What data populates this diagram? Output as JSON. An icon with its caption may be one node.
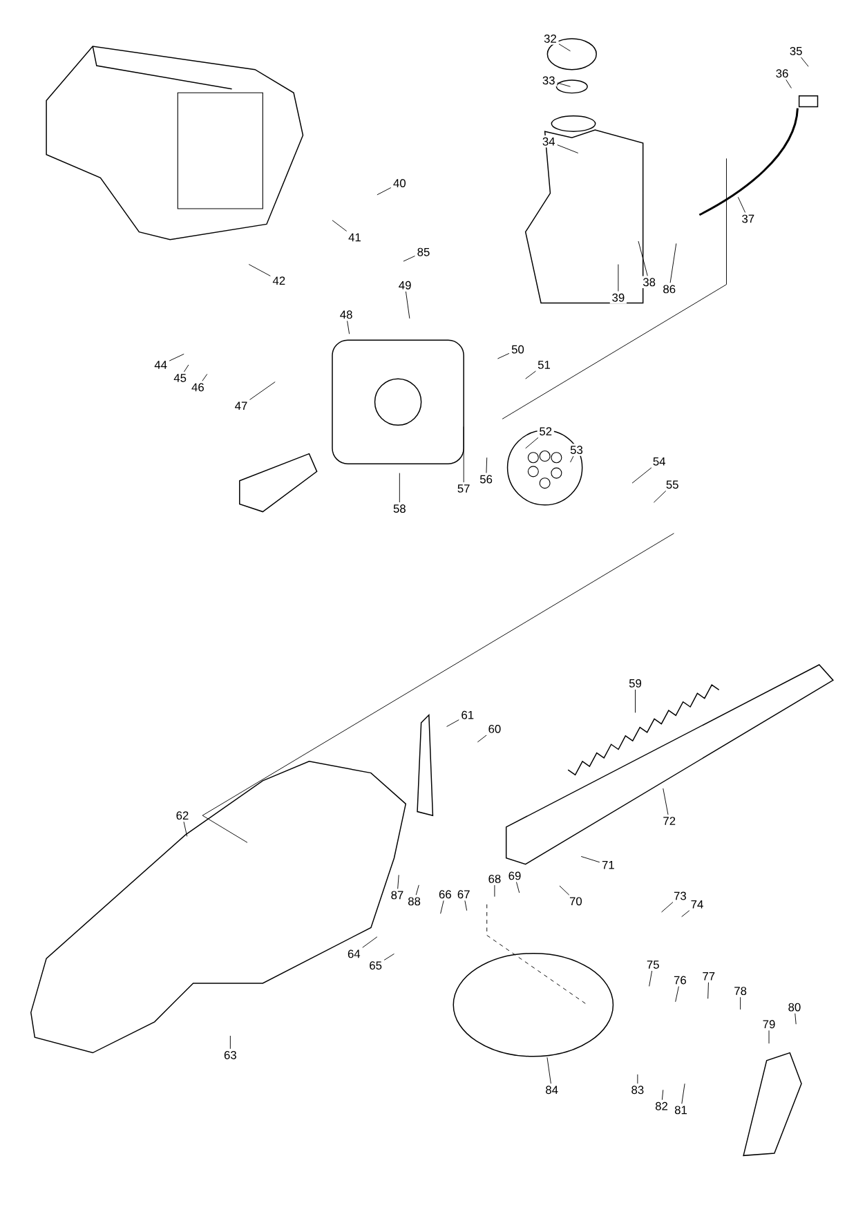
{
  "diagram": {
    "nodes": [
      {
        "text": [
          "32"
        ]
      },
      {
        "text": [
          "33"
        ]
      },
      {
        "text": [
          "34"
        ]
      },
      {
        "text": [
          "35"
        ]
      },
      {
        "text": [
          "36"
        ]
      },
      {
        "text": [
          "37"
        ]
      },
      {
        "text": [
          "38"
        ]
      },
      {
        "text": [
          "39"
        ]
      },
      {
        "text": [
          "86"
        ]
      },
      {
        "text": [
          "40"
        ]
      },
      {
        "text": [
          "41"
        ]
      },
      {
        "text": [
          "42"
        ]
      },
      {
        "text": [
          "85"
        ]
      },
      {
        "text": [
          "48"
        ]
      },
      {
        "text": [
          "49"
        ]
      },
      {
        "text": [
          "50"
        ]
      },
      {
        "text": [
          "51"
        ]
      },
      {
        "text": [
          "44"
        ]
      },
      {
        "text": [
          "45"
        ]
      },
      {
        "text": [
          "46"
        ]
      },
      {
        "text": [
          "47"
        ]
      },
      {
        "text": [
          "52"
        ]
      },
      {
        "text": [
          "53"
        ]
      },
      {
        "text": [
          "57"
        ]
      },
      {
        "text": [
          "56"
        ]
      },
      {
        "text": [
          "54"
        ]
      },
      {
        "text": [
          "55"
        ]
      },
      {
        "text": [
          "58"
        ]
      },
      {
        "text": [
          "59"
        ]
      },
      {
        "text": [
          "61"
        ]
      },
      {
        "text": [
          "60"
        ]
      },
      {
        "text": [
          "62"
        ]
      },
      {
        "text": [
          "72"
        ]
      },
      {
        "text": [
          "71"
        ]
      },
      {
        "text": [
          "70"
        ]
      },
      {
        "text": [
          "87"
        ]
      },
      {
        "text": [
          "88"
        ]
      },
      {
        "text": [
          "66"
        ]
      },
      {
        "text": [
          "67"
        ]
      },
      {
        "text": [
          "68"
        ]
      },
      {
        "text": [
          "69"
        ]
      },
      {
        "text": [
          "73"
        ]
      },
      {
        "text": [
          "74"
        ]
      },
      {
        "text": [
          "64"
        ]
      },
      {
        "text": [
          "65"
        ]
      },
      {
        "text": [
          "75"
        ]
      },
      {
        "text": [
          "76"
        ]
      },
      {
        "text": [
          "77"
        ]
      },
      {
        "text": [
          "78"
        ]
      },
      {
        "text": [
          "80"
        ]
      },
      {
        "text": [
          "79"
        ]
      },
      {
        "text": [
          "63"
        ]
      },
      {
        "text": [
          "84"
        ]
      },
      {
        "text": [
          "83"
        ]
      },
      {
        "text": [
          "82"
        ]
      },
      {
        "text": [
          "81"
        ]
      }
    ],
    "edges": [
      {
        "from": 0,
        "to": null,
        "arrow": "none"
      },
      {
        "from": 1,
        "to": null,
        "arrow": "none"
      },
      {
        "from": 2,
        "to": null,
        "arrow": "none"
      },
      {
        "from": 3,
        "to": null,
        "arrow": "none"
      },
      {
        "from": 4,
        "to": null,
        "arrow": "none"
      },
      {
        "from": 5,
        "to": null,
        "arrow": "none"
      },
      {
        "from": 6,
        "to": null,
        "arrow": "none"
      },
      {
        "from": 7,
        "to": null,
        "arrow": "none"
      },
      {
        "from": 8,
        "to": null,
        "arrow": "none"
      },
      {
        "from": 9,
        "to": null,
        "arrow": "none"
      },
      {
        "from": 10,
        "to": null,
        "arrow": "none"
      },
      {
        "from": 11,
        "to": null,
        "arrow": "none"
      },
      {
        "from": 12,
        "to": null,
        "arrow": "none"
      },
      {
        "from": 13,
        "to": null,
        "arrow": "none"
      },
      {
        "from": 14,
        "to": null,
        "arrow": "none"
      },
      {
        "from": 15,
        "to": null,
        "arrow": "none"
      },
      {
        "from": 16,
        "to": null,
        "arrow": "none"
      },
      {
        "from": 17,
        "to": null,
        "arrow": "none"
      },
      {
        "from": 18,
        "to": null,
        "arrow": "none"
      },
      {
        "from": 19,
        "to": null,
        "arrow": "none"
      },
      {
        "from": 20,
        "to": null,
        "arrow": "none"
      },
      {
        "from": 21,
        "to": null,
        "arrow": "none"
      },
      {
        "from": 22,
        "to": null,
        "arrow": "none"
      },
      {
        "from": 23,
        "to": null,
        "arrow": "none"
      },
      {
        "from": 24,
        "to": null,
        "arrow": "none"
      },
      {
        "from": 25,
        "to": null,
        "arrow": "none"
      },
      {
        "from": 26,
        "to": null,
        "arrow": "none"
      },
      {
        "from": 27,
        "to": null,
        "arrow": "none"
      },
      {
        "from": 28,
        "to": null,
        "arrow": "none"
      },
      {
        "from": 29,
        "to": null,
        "arrow": "none"
      },
      {
        "from": 30,
        "to": null,
        "arrow": "none"
      },
      {
        "from": 31,
        "to": null,
        "arrow": "none"
      },
      {
        "from": 32,
        "to": null,
        "arrow": "none"
      },
      {
        "from": 33,
        "to": null,
        "arrow": "none"
      },
      {
        "from": 34,
        "to": null,
        "arrow": "none"
      },
      {
        "from": 35,
        "to": null,
        "arrow": "none"
      },
      {
        "from": 36,
        "to": null,
        "arrow": "none"
      },
      {
        "from": 37,
        "to": null,
        "arrow": "none"
      },
      {
        "from": 38,
        "to": null,
        "arrow": "none"
      },
      {
        "from": 39,
        "to": null,
        "arrow": "none"
      },
      {
        "from": 40,
        "to": null,
        "arrow": "none"
      },
      {
        "from": 41,
        "to": null,
        "arrow": "none"
      },
      {
        "from": 42,
        "to": null,
        "arrow": "none"
      },
      {
        "from": 43,
        "to": null,
        "arrow": "none"
      },
      {
        "from": 44,
        "to": null,
        "arrow": "none"
      },
      {
        "from": 45,
        "to": null,
        "arrow": "none"
      },
      {
        "from": 46,
        "to": null,
        "arrow": "none"
      },
      {
        "from": 47,
        "to": null,
        "arrow": "none"
      },
      {
        "from": 48,
        "to": null,
        "arrow": "none"
      },
      {
        "from": 49,
        "to": null,
        "arrow": "none"
      },
      {
        "from": 50,
        "to": null,
        "arrow": "none"
      },
      {
        "from": 51,
        "to": null,
        "arrow": "none"
      },
      {
        "from": 52,
        "to": null,
        "arrow": "none"
      },
      {
        "from": 53,
        "to": null,
        "arrow": "none"
      },
      {
        "from": 54,
        "to": null,
        "arrow": "none"
      },
      {
        "from": 55,
        "to": null,
        "arrow": "none"
      }
    ]
  }
}
